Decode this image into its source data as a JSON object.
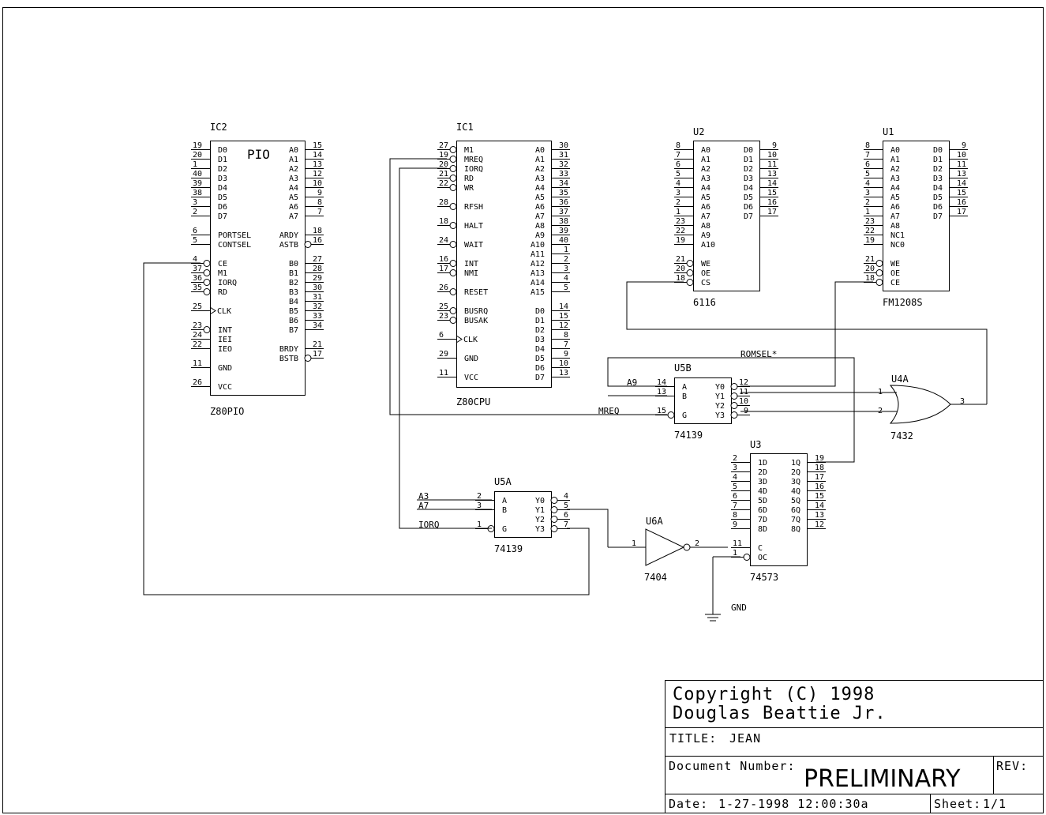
{
  "chips": {
    "ic2": {
      "ref": "IC2",
      "part": "Z80PIO",
      "title": "PIO",
      "left": [
        {
          "num": "19",
          "name": "D0"
        },
        {
          "num": "20",
          "name": "D1"
        },
        {
          "num": "1",
          "name": "D2"
        },
        {
          "num": "40",
          "name": "D3"
        },
        {
          "num": "39",
          "name": "D4"
        },
        {
          "num": "38",
          "name": "D5"
        },
        {
          "num": "3",
          "name": "D6"
        },
        {
          "num": "2",
          "name": "D7"
        },
        {
          "num": "6",
          "name": "PORTSEL"
        },
        {
          "num": "5",
          "name": "CONTSEL"
        },
        {
          "num": "4",
          "name": "CE"
        },
        {
          "num": "37",
          "name": "M1"
        },
        {
          "num": "36",
          "name": "IORQ"
        },
        {
          "num": "35",
          "name": "RD"
        },
        {
          "num": "25",
          "name": "CLK"
        },
        {
          "num": "23",
          "name": "INT"
        },
        {
          "num": "24",
          "name": "IEI"
        },
        {
          "num": "22",
          "name": "IEO"
        },
        {
          "num": "11",
          "name": "GND"
        },
        {
          "num": "26",
          "name": "VCC"
        }
      ],
      "right": [
        {
          "num": "15",
          "name": "A0"
        },
        {
          "num": "14",
          "name": "A1"
        },
        {
          "num": "13",
          "name": "A2"
        },
        {
          "num": "12",
          "name": "A3"
        },
        {
          "num": "10",
          "name": "A4"
        },
        {
          "num": "9",
          "name": "A5"
        },
        {
          "num": "8",
          "name": "A6"
        },
        {
          "num": "7",
          "name": "A7"
        },
        {
          "num": "18",
          "name": "ARDY"
        },
        {
          "num": "16",
          "name": "ASTB"
        },
        {
          "num": "27",
          "name": "B0"
        },
        {
          "num": "28",
          "name": "B1"
        },
        {
          "num": "29",
          "name": "B2"
        },
        {
          "num": "30",
          "name": "B3"
        },
        {
          "num": "31",
          "name": "B4"
        },
        {
          "num": "32",
          "name": "B5"
        },
        {
          "num": "33",
          "name": "B6"
        },
        {
          "num": "34",
          "name": "B7"
        },
        {
          "num": "21",
          "name": "BRDY"
        },
        {
          "num": "17",
          "name": "BSTB"
        }
      ]
    },
    "ic1": {
      "ref": "IC1",
      "part": "Z80CPU",
      "left": [
        {
          "num": "27",
          "name": "M1"
        },
        {
          "num": "19",
          "name": "MREQ"
        },
        {
          "num": "20",
          "name": "IORQ"
        },
        {
          "num": "21",
          "name": "RD"
        },
        {
          "num": "22",
          "name": "WR"
        },
        {
          "num": "28",
          "name": "RFSH"
        },
        {
          "num": "18",
          "name": "HALT"
        },
        {
          "num": "24",
          "name": "WAIT"
        },
        {
          "num": "16",
          "name": "INT"
        },
        {
          "num": "17",
          "name": "NMI"
        },
        {
          "num": "26",
          "name": "RESET"
        },
        {
          "num": "25",
          "name": "BUSRQ"
        },
        {
          "num": "23",
          "name": "BUSAK"
        },
        {
          "num": "6",
          "name": "CLK"
        },
        {
          "num": "29",
          "name": "GND"
        },
        {
          "num": "11",
          "name": "VCC"
        }
      ],
      "right": [
        {
          "num": "30",
          "name": "A0"
        },
        {
          "num": "31",
          "name": "A1"
        },
        {
          "num": "32",
          "name": "A2"
        },
        {
          "num": "33",
          "name": "A3"
        },
        {
          "num": "34",
          "name": "A4"
        },
        {
          "num": "35",
          "name": "A5"
        },
        {
          "num": "36",
          "name": "A6"
        },
        {
          "num": "37",
          "name": "A7"
        },
        {
          "num": "38",
          "name": "A8"
        },
        {
          "num": "39",
          "name": "A9"
        },
        {
          "num": "40",
          "name": "A10"
        },
        {
          "num": "1",
          "name": "A11"
        },
        {
          "num": "2",
          "name": "A12"
        },
        {
          "num": "3",
          "name": "A13"
        },
        {
          "num": "4",
          "name": "A14"
        },
        {
          "num": "5",
          "name": "A15"
        },
        {
          "num": "14",
          "name": "D0"
        },
        {
          "num": "15",
          "name": "D1"
        },
        {
          "num": "12",
          "name": "D2"
        },
        {
          "num": "8",
          "name": "D3"
        },
        {
          "num": "7",
          "name": "D4"
        },
        {
          "num": "9",
          "name": "D5"
        },
        {
          "num": "10",
          "name": "D6"
        },
        {
          "num": "13",
          "name": "D7"
        }
      ]
    },
    "u2": {
      "ref": "U2",
      "part": "6116",
      "left": [
        {
          "num": "8",
          "name": "A0"
        },
        {
          "num": "7",
          "name": "A1"
        },
        {
          "num": "6",
          "name": "A2"
        },
        {
          "num": "5",
          "name": "A3"
        },
        {
          "num": "4",
          "name": "A4"
        },
        {
          "num": "3",
          "name": "A5"
        },
        {
          "num": "2",
          "name": "A6"
        },
        {
          "num": "1",
          "name": "A7"
        },
        {
          "num": "23",
          "name": "A8"
        },
        {
          "num": "22",
          "name": "A9"
        },
        {
          "num": "19",
          "name": "A10"
        },
        {
          "num": "21",
          "name": "WE"
        },
        {
          "num": "20",
          "name": "OE"
        },
        {
          "num": "18",
          "name": "CS"
        }
      ],
      "right": [
        {
          "num": "9",
          "name": "D0"
        },
        {
          "num": "10",
          "name": "D1"
        },
        {
          "num": "11",
          "name": "D2"
        },
        {
          "num": "13",
          "name": "D3"
        },
        {
          "num": "14",
          "name": "D4"
        },
        {
          "num": "15",
          "name": "D5"
        },
        {
          "num": "16",
          "name": "D6"
        },
        {
          "num": "17",
          "name": "D7"
        }
      ]
    },
    "u1": {
      "ref": "U1",
      "part": "FM1208S",
      "left": [
        {
          "num": "8",
          "name": "A0"
        },
        {
          "num": "7",
          "name": "A1"
        },
        {
          "num": "6",
          "name": "A2"
        },
        {
          "num": "5",
          "name": "A3"
        },
        {
          "num": "4",
          "name": "A4"
        },
        {
          "num": "3",
          "name": "A5"
        },
        {
          "num": "2",
          "name": "A6"
        },
        {
          "num": "1",
          "name": "A7"
        },
        {
          "num": "23",
          "name": "A8"
        },
        {
          "num": "22",
          "name": "NC1"
        },
        {
          "num": "19",
          "name": "NC0"
        },
        {
          "num": "21",
          "name": "WE"
        },
        {
          "num": "20",
          "name": "OE"
        },
        {
          "num": "18",
          "name": "CE"
        }
      ],
      "right": [
        {
          "num": "9",
          "name": "D0"
        },
        {
          "num": "10",
          "name": "D1"
        },
        {
          "num": "11",
          "name": "D2"
        },
        {
          "num": "13",
          "name": "D3"
        },
        {
          "num": "14",
          "name": "D4"
        },
        {
          "num": "15",
          "name": "D5"
        },
        {
          "num": "16",
          "name": "D6"
        },
        {
          "num": "17",
          "name": "D7"
        }
      ]
    },
    "u5b": {
      "ref": "U5B",
      "part": "74139",
      "left": [
        {
          "num": "14",
          "name": "A"
        },
        {
          "num": "13",
          "name": "B"
        },
        {
          "num": "15",
          "name": "G"
        }
      ],
      "right": [
        {
          "num": "12",
          "name": "Y0"
        },
        {
          "num": "11",
          "name": "Y1"
        },
        {
          "num": "10",
          "name": "Y2"
        },
        {
          "num": "9",
          "name": "Y3"
        }
      ]
    },
    "u5a": {
      "ref": "U5A",
      "part": "74139",
      "left": [
        {
          "num": "2",
          "name": "A"
        },
        {
          "num": "3",
          "name": "B"
        },
        {
          "num": "1",
          "name": "G"
        }
      ],
      "right": [
        {
          "num": "4",
          "name": "Y0"
        },
        {
          "num": "5",
          "name": "Y1"
        },
        {
          "num": "6",
          "name": "Y2"
        },
        {
          "num": "7",
          "name": "Y3"
        }
      ]
    },
    "u3": {
      "ref": "U3",
      "part": "74573",
      "left": [
        {
          "num": "2",
          "name": "1D"
        },
        {
          "num": "3",
          "name": "2D"
        },
        {
          "num": "4",
          "name": "3D"
        },
        {
          "num": "5",
          "name": "4D"
        },
        {
          "num": "6",
          "name": "5D"
        },
        {
          "num": "7",
          "name": "6D"
        },
        {
          "num": "8",
          "name": "7D"
        },
        {
          "num": "9",
          "name": "8D"
        },
        {
          "num": "11",
          "name": "C"
        },
        {
          "num": "1",
          "name": "OC"
        }
      ],
      "right": [
        {
          "num": "19",
          "name": "1Q"
        },
        {
          "num": "18",
          "name": "2Q"
        },
        {
          "num": "17",
          "name": "3Q"
        },
        {
          "num": "16",
          "name": "4Q"
        },
        {
          "num": "15",
          "name": "5Q"
        },
        {
          "num": "14",
          "name": "6Q"
        },
        {
          "num": "13",
          "name": "7Q"
        },
        {
          "num": "12",
          "name": "8Q"
        }
      ]
    }
  },
  "gates": {
    "u4a": {
      "ref": "U4A",
      "part": "7432",
      "in1": "1",
      "in2": "2",
      "out": "3"
    },
    "u6a": {
      "ref": "U6A",
      "part": "7404",
      "in": "1",
      "out": "2"
    }
  },
  "nets": {
    "romsel": "ROMSEL*",
    "a9": "A9",
    "mreq": "MREQ",
    "a3": "A3",
    "a7": "A7",
    "iorq": "IORQ",
    "gnd": "GND"
  },
  "title_block": {
    "copyright_line1": "Copyright (C) 1998",
    "copyright_line2": "Douglas Beattie Jr.",
    "title_label": "TITLE:",
    "title_value": "JEAN",
    "doc_label": "Document Number:",
    "doc_value": "PRELIMINARY",
    "rev_label": "REV:",
    "date_label": "Date:",
    "date_value": "1-27-1998 12:00:30a",
    "sheet_label": "Sheet:",
    "sheet_value": "1/1"
  }
}
